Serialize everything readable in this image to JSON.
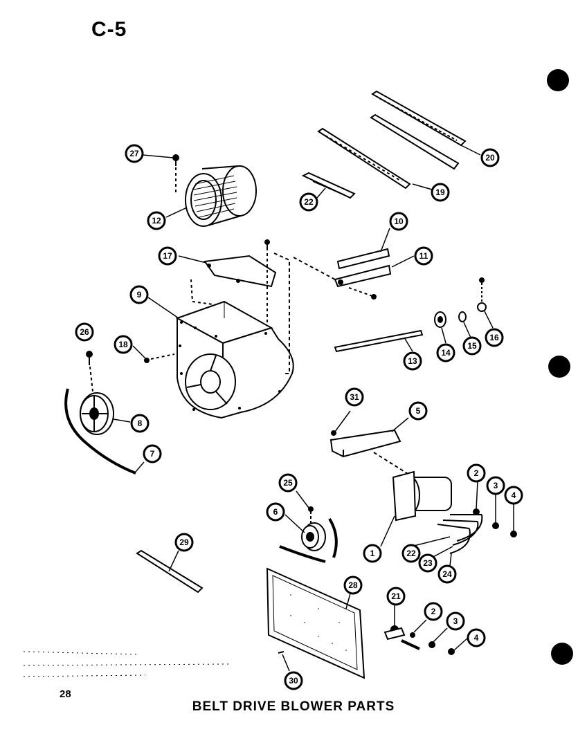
{
  "page": {
    "section_code": "C-5",
    "page_number": "28",
    "caption": "BELT DRIVE BLOWER PARTS"
  },
  "callouts": [
    "27",
    "12",
    "22",
    "20",
    "19",
    "17",
    "9",
    "10",
    "11",
    "26",
    "18",
    "13",
    "14",
    "15",
    "16",
    "8",
    "7",
    "31",
    "5",
    "25",
    "6",
    "2",
    "3",
    "4",
    "1",
    "22",
    "23",
    "24",
    "29",
    "28",
    "21",
    "2",
    "3",
    "4",
    "30"
  ],
  "colors": {
    "ink": "#000000",
    "paper": "#ffffff"
  }
}
